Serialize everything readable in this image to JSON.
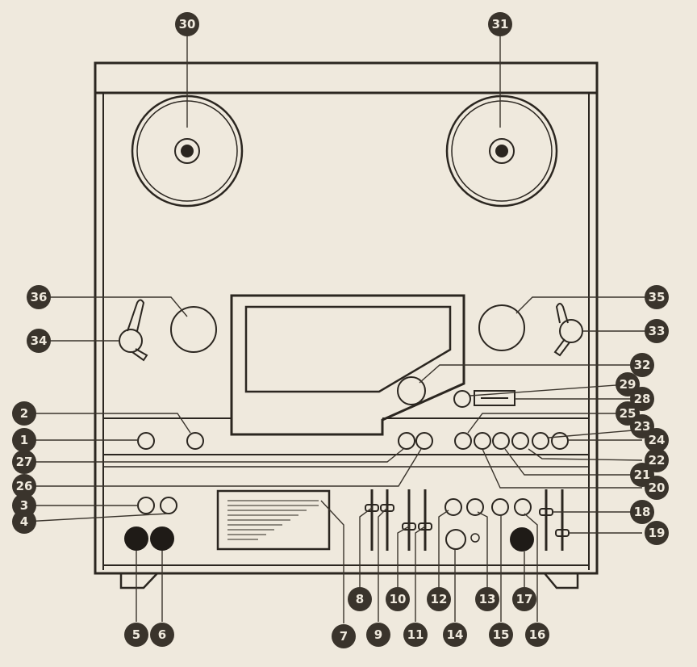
{
  "colors": {
    "paper": "#efe9dd",
    "ink": "#2b2620",
    "badge": "#3a342c",
    "badge_text": "#efe9dd",
    "knob": "#1f1b17"
  },
  "icons": [
    "numbered-callout-badge",
    "tape-reel",
    "control-knob",
    "slider-fader"
  ],
  "callouts": [
    "1",
    "2",
    "3",
    "4",
    "5",
    "6",
    "7",
    "8",
    "9",
    "10",
    "11",
    "12",
    "13",
    "14",
    "15",
    "16",
    "17",
    "18",
    "19",
    "20",
    "21",
    "22",
    "23",
    "24",
    "25",
    "26",
    "27",
    "28",
    "29",
    "30",
    "31",
    "32",
    "33",
    "34",
    "35",
    "36"
  ]
}
